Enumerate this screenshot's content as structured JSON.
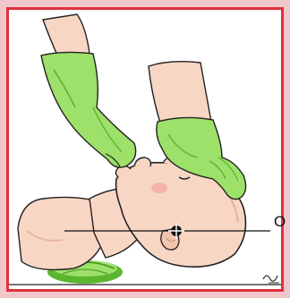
{
  "figure": {
    "axis_label": "O",
    "colors": {
      "background": "#f2c7cc",
      "frame_border": "#e0303c",
      "skin": "#f7d6c4",
      "skin_shadow": "#e6b29a",
      "glove": "#9de06a",
      "glove_shadow": "#5cb52e",
      "line": "#111111"
    },
    "subjects": [
      "head-tilted-back",
      "hand-on-forehead",
      "hand-lifting-chin",
      "neck-support-pillow"
    ]
  }
}
